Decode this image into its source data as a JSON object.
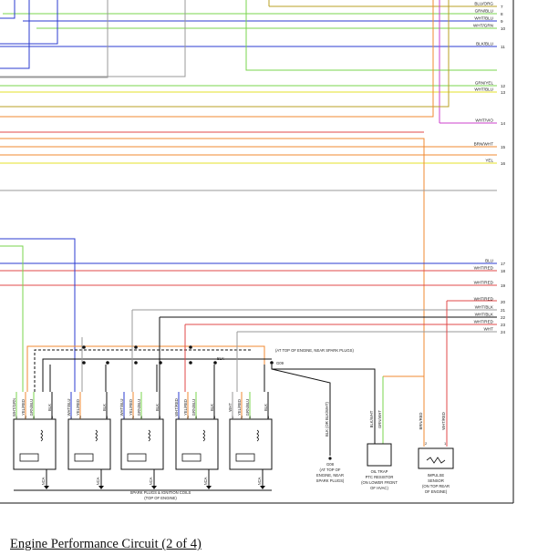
{
  "caption": "Engine Performance Circuit (2 of 4)",
  "colors": {
    "blue": "#2b3bd0",
    "green": "#7ad44c",
    "orange": "#f08a30",
    "yellow": "#e6e02a",
    "red": "#e04848",
    "magenta": "#cc40cc",
    "dark_yellow": "#b9a026",
    "gray": "#999999",
    "black": "#111111"
  },
  "top_wires": [
    {
      "label": "BLU/ORG",
      "num": "7"
    },
    {
      "label": "GRN/BLU",
      "num": "8"
    },
    {
      "label": "WHT/BLU",
      "num": "9"
    },
    {
      "label": "WHT/GRN",
      "num": "10"
    },
    {
      "label": "BLK/BLU",
      "num": "11"
    },
    {
      "label": "GRN/YEL",
      "num": "12"
    },
    {
      "label": "WHT/BLU",
      "num": "13"
    },
    {
      "label": "WHT/VIO",
      "num": "14"
    },
    {
      "label": "BRN/WHT",
      "num": "15"
    },
    {
      "label": "YEL",
      "num": "16"
    }
  ],
  "mid_wires": [
    {
      "label": "BLU",
      "num": "17"
    },
    {
      "label": "WHT/RED",
      "num": "18"
    },
    {
      "label": "WHT/RED",
      "num": "19"
    },
    {
      "label": "WHT/RED",
      "num": "20"
    },
    {
      "label": "WHT/BLK",
      "num": "21"
    },
    {
      "label": "WHT/BLK",
      "num": "22"
    },
    {
      "label": "WHT/RED",
      "num": "23"
    },
    {
      "label": "WHT",
      "num": "24"
    }
  ],
  "ground_note": "(AT TOP OF ENGINE, NEAR SPARK PLUGS)",
  "ground_id": "G09",
  "ground_wire": "BLK",
  "ground_wire_alt": "BLK (OR BLK/WHT)",
  "ground_bottom": [
    "G08",
    "(AT TOP OF",
    "ENGINE, NEAR",
    "SPARK PLUGS)"
  ],
  "coils_caption": [
    "SPARK PLUGS & IGNITION COILS",
    "(TOP OF ENGINE)"
  ],
  "coils": [
    {
      "wires": [
        "WHT/GRN",
        "YEL/RED",
        "GRN/BLU",
        "BLK"
      ],
      "pins": [
        "1",
        "2",
        "4",
        "3"
      ]
    },
    {
      "wires": [
        "WHT/BLU",
        "YEL/RED",
        "",
        "BLK"
      ],
      "pins": [
        "1",
        "2",
        "",
        "3"
      ]
    },
    {
      "wires": [
        "WHT/BLU",
        "YEL/RED",
        "GRN/BLU",
        "BLK"
      ],
      "pins": [
        "1",
        "2",
        "4",
        "3"
      ]
    },
    {
      "wires": [
        "WHT/RED",
        "YEL/RED",
        "GRN/BLU",
        "BLK"
      ],
      "pins": [
        "1",
        "2",
        "4",
        "3"
      ]
    },
    {
      "wires": [
        "WHT",
        "YEL/RED",
        "GRN/BLU",
        "BLK"
      ],
      "pins": [
        "1",
        "2",
        "4",
        "3"
      ]
    }
  ],
  "nca": "NCA",
  "oil_trap": {
    "wires": [
      "BLK/WHT",
      "GRN/WHT"
    ],
    "label": [
      "OIL TRAP",
      "PTC RESISTOR",
      "(ON LOWER FRONT",
      "OF HVAC)"
    ]
  },
  "impulse": {
    "wires": [
      "BRN/RED",
      "WHT/RED"
    ],
    "pins": [
      "2",
      "1"
    ],
    "label": [
      "IMPULSE",
      "SENSOR",
      "(ON TOP REAR",
      "OF ENGINE)"
    ]
  }
}
